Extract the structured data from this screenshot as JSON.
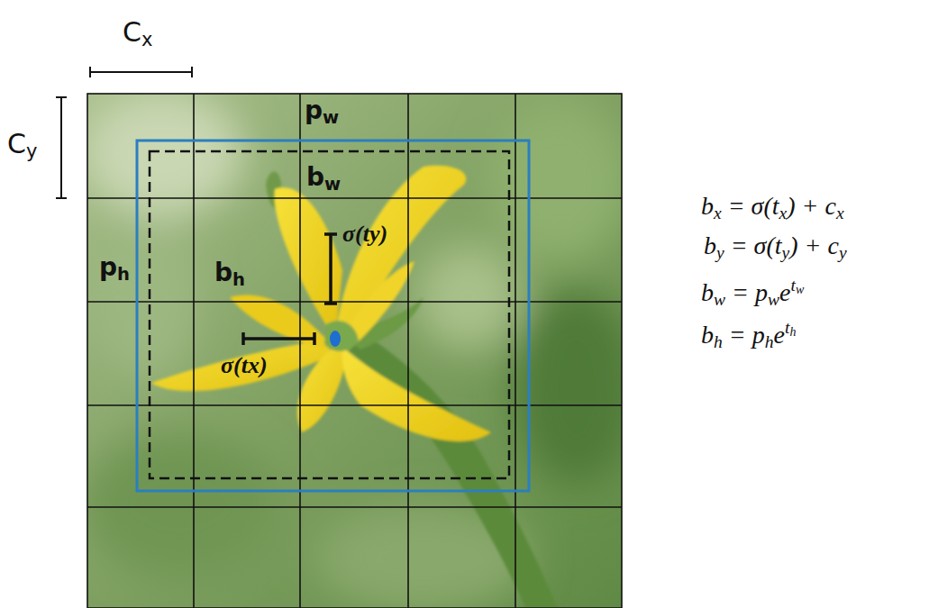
{
  "diagram": {
    "labels": [
      "Cx",
      "Cy",
      "pw",
      "bw",
      "σ(ty)",
      "ph",
      "bh",
      "σ(tx)",
      "bx = σ(tx) + cx",
      "by = σ(ty) + cy",
      "bw = pwetw",
      "bh = pheth"
    ]
  }
}
